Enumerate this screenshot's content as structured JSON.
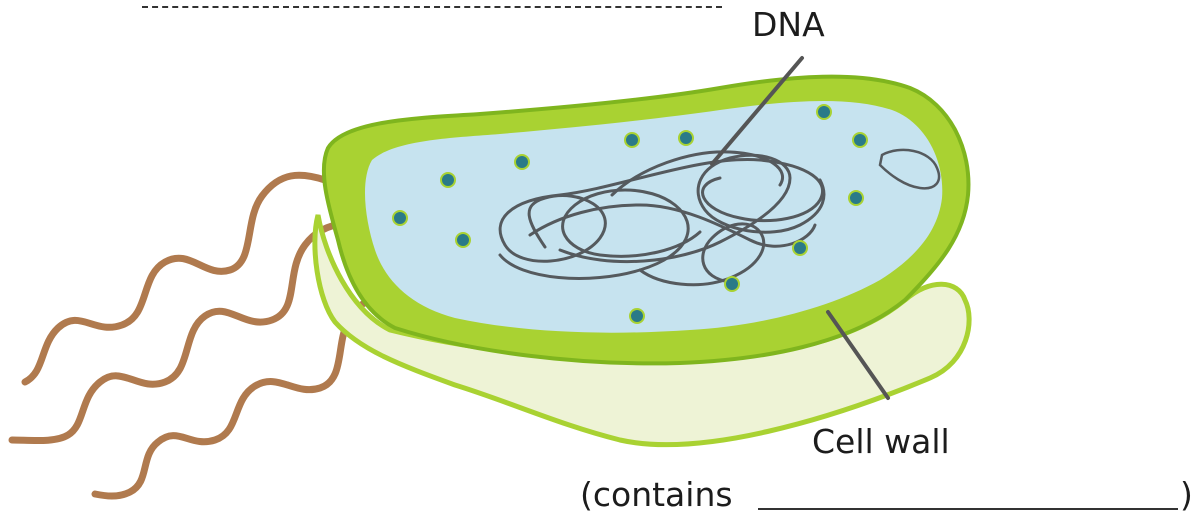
{
  "labels": {
    "dna": "DNA",
    "cell_wall": "Cell wall",
    "contains_open": "(contains",
    "contains_close": ")"
  },
  "colors": {
    "capsule_green": "#a9d232",
    "capsule_edge": "#7fb51e",
    "outer_pale": "#eef3d6",
    "cytoplasm": "#c6e3ef",
    "ribosome": "#2a7a88",
    "dna_strand": "#555a5e",
    "flagella": "#b07a4e",
    "pointer": "#555555"
  },
  "icons": [
    "flagellum",
    "ribosome",
    "plasmid",
    "dna-coil"
  ]
}
